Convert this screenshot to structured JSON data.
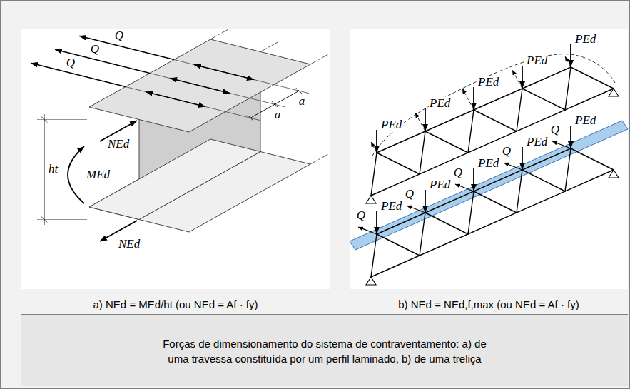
{
  "diagram": {
    "caption": "Forças de dimensionamento do sistema de contraventamento: a) de uma travessa constituída por um perfil laminado, b) de uma treliça",
    "labels": [
      "Q",
      "Q",
      "Q",
      "a",
      "a",
      "NEd",
      "MEd",
      "NEd",
      "ht",
      "PEd",
      "PEd",
      "PEd",
      "PEd",
      "PEd",
      "PEd",
      "PEd",
      "PEd",
      "PEd",
      "PEd",
      "Q",
      "Q",
      "Q",
      "Q",
      "Q",
      "a) NEd = MEd/ht (ou NEd = Af · fy)",
      "b) NEd = NEd,f,max (ou NEd = Af · fy)"
    ]
  }
}
